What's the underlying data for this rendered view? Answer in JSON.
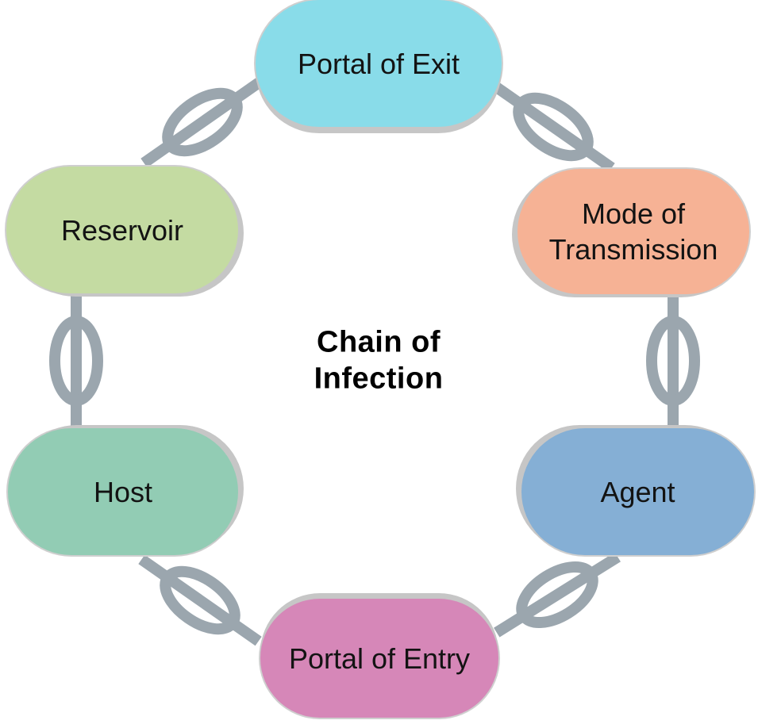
{
  "diagram": {
    "center_title": {
      "full": "Chain of Infection",
      "line1": "Chain of",
      "line2": "Infection"
    },
    "nodes": [
      {
        "id": "portal-of-exit",
        "label": "Portal of Exit",
        "color": "#89DCE9"
      },
      {
        "id": "mode-of-transmission",
        "label": "Mode of Transmission",
        "color": "#F6B295"
      },
      {
        "id": "agent",
        "label": "Agent",
        "color": "#85AFD5"
      },
      {
        "id": "portal-of-entry",
        "label": "Portal of Entry",
        "color": "#D687B8"
      },
      {
        "id": "host",
        "label": "Host",
        "color": "#92CCB4"
      },
      {
        "id": "reservoir",
        "label": "Reservoir",
        "color": "#C4DBA2"
      }
    ],
    "chain": {
      "icon": "chain-link-icon",
      "color": "#9BA6AE",
      "link_count": 6
    },
    "background": "#FFFFFF",
    "shadow_color": "#C6C6C6",
    "text_color": "#131313"
  }
}
